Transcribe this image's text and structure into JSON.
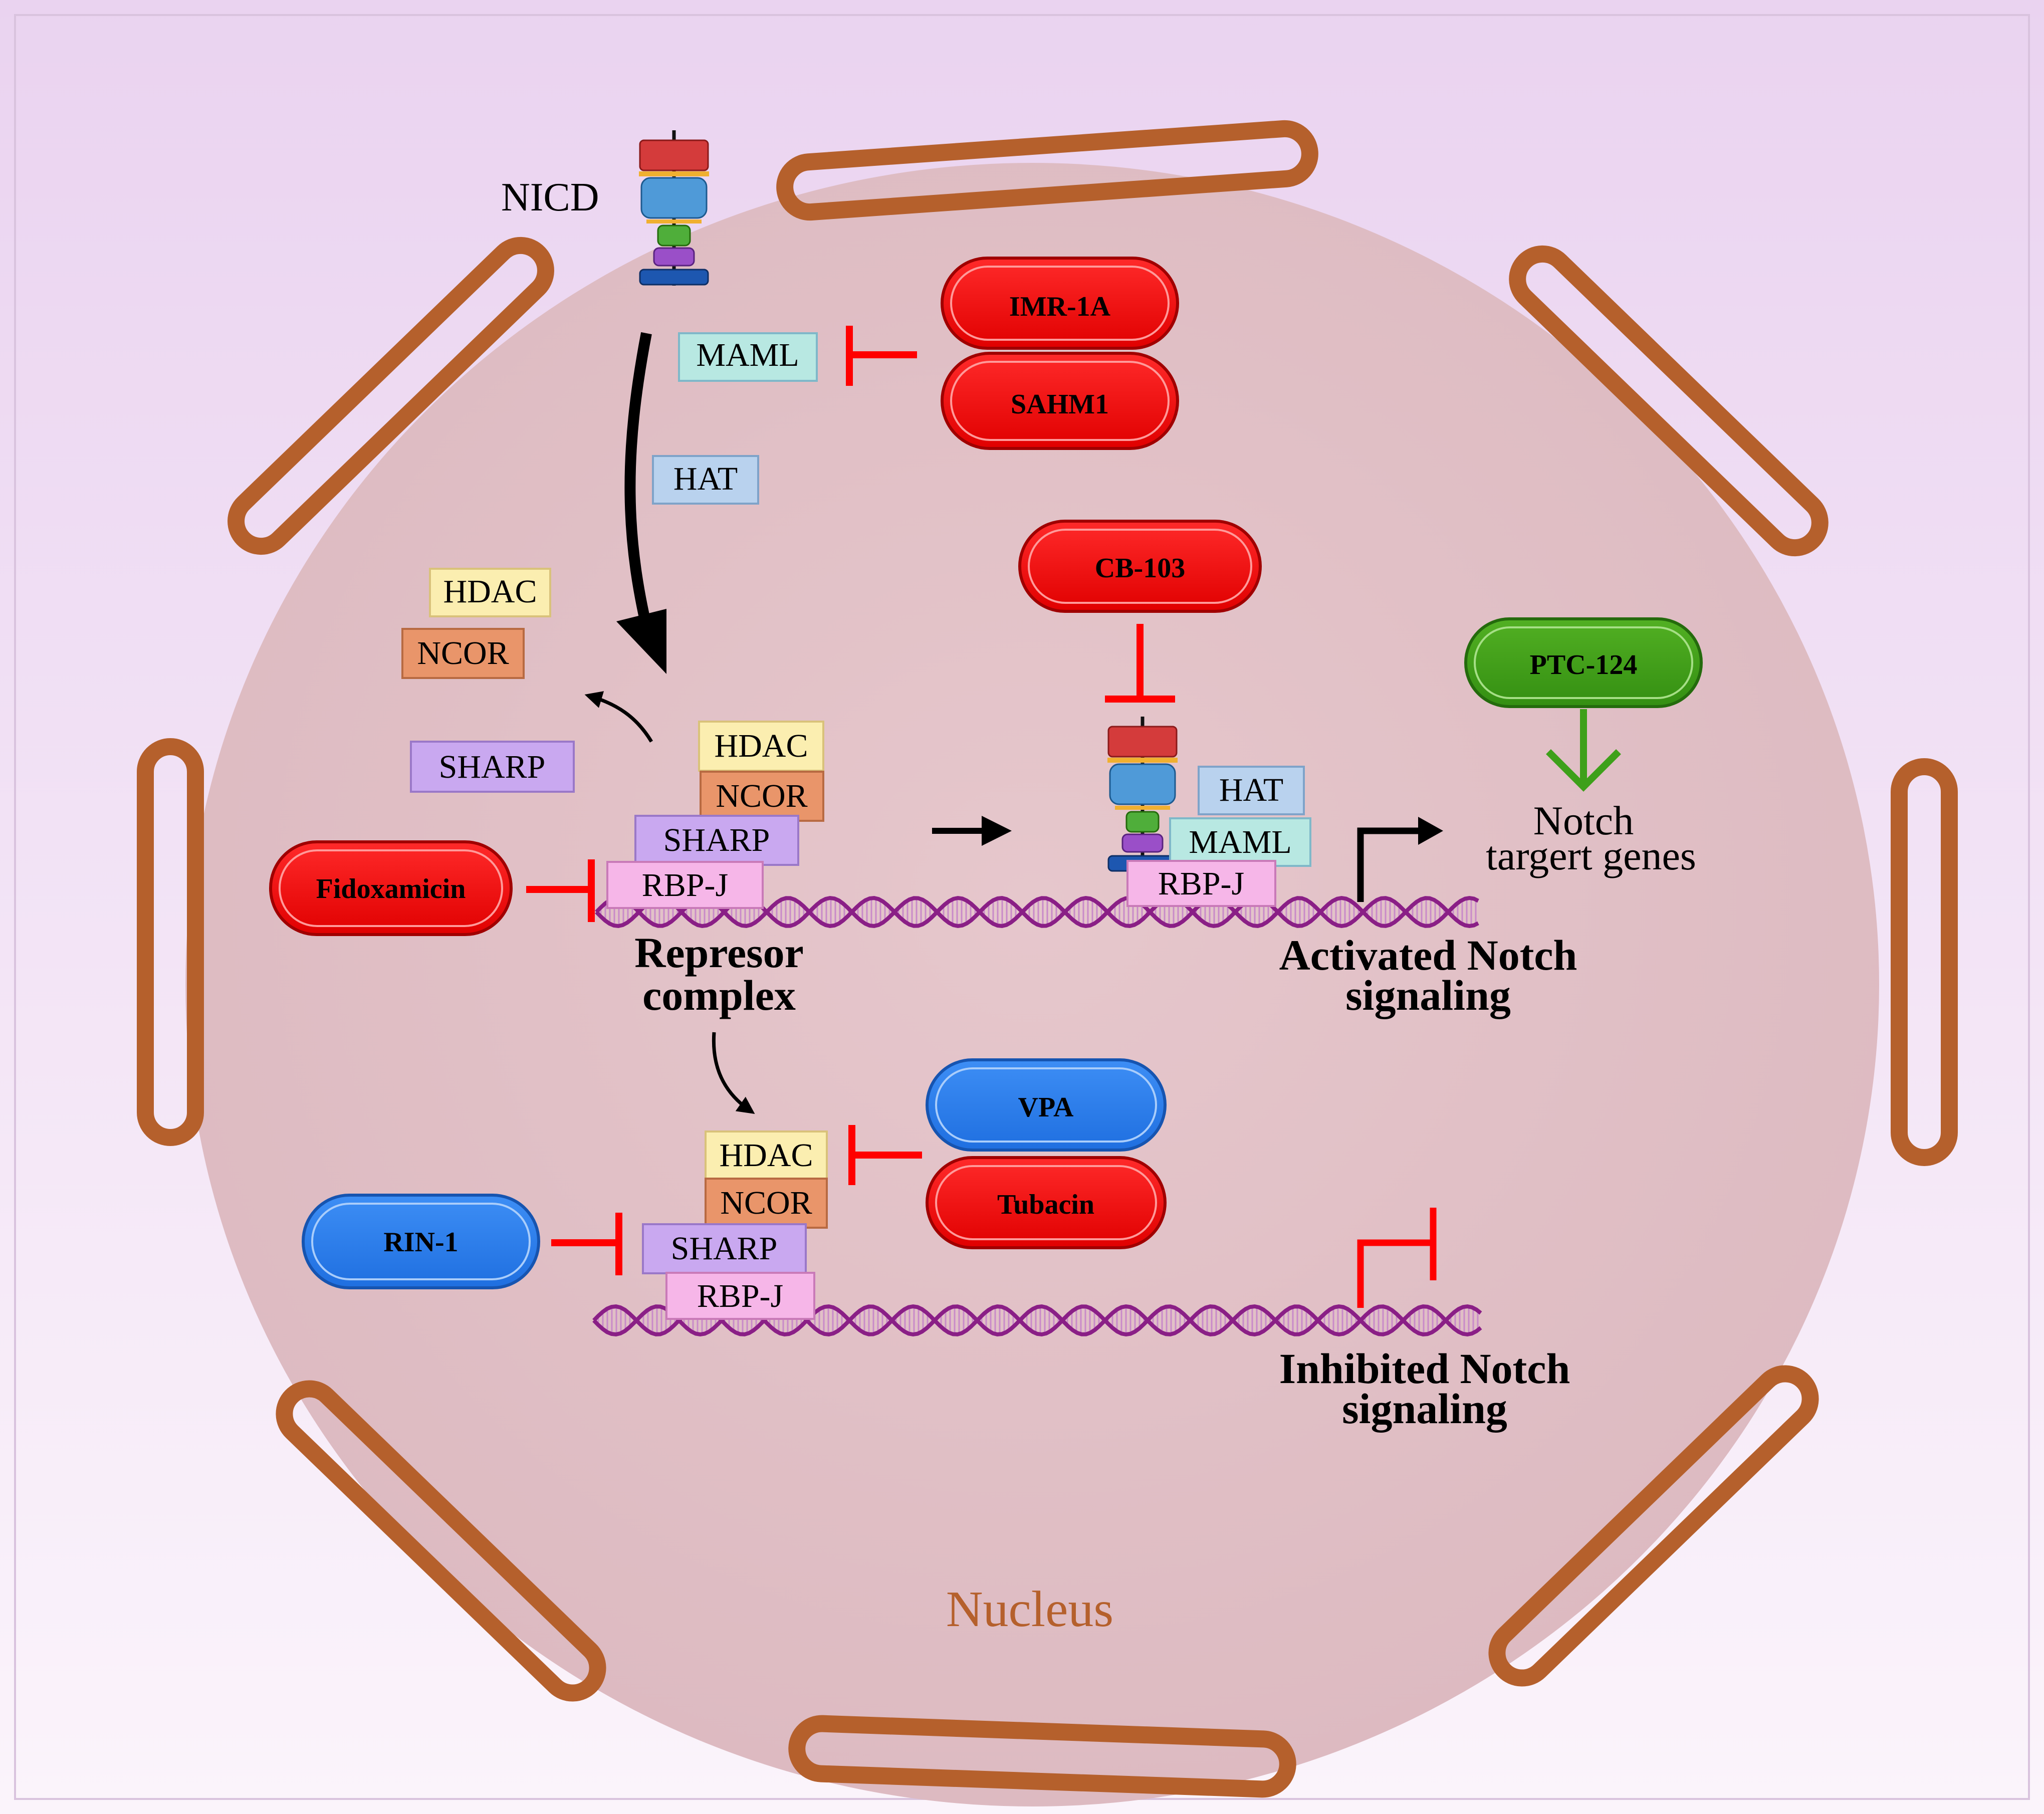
{
  "labels": {
    "nicd": "NICD",
    "nucleus": "Nucleus",
    "repressor_line1": "Represor",
    "repressor_line2": "complex",
    "activated_line1": "Activated Notch",
    "activated_line2": "signaling",
    "inhibited_line1": "Inhibited Notch",
    "inhibited_line2": "signaling",
    "target_line1": "Notch",
    "target_line2": "targert genes"
  },
  "proteins": {
    "maml_top": "MAML",
    "hat_top": "HAT",
    "hdac_free": "HDAC",
    "ncor_free": "NCOR",
    "sharp_free": "SHARP",
    "repressor": {
      "hdac": "HDAC",
      "ncor": "NCOR",
      "sharp": "SHARP",
      "rbpj": "RBP-J"
    },
    "activated": {
      "hat": "HAT",
      "maml": "MAML",
      "rbpj": "RBP-J"
    },
    "inhibited": {
      "hdac": "HDAC",
      "ncor": "NCOR",
      "sharp": "SHARP",
      "rbpj": "RBP-J"
    }
  },
  "drugs": {
    "imr1a": "IMR-1A",
    "sahm1": "SAHM1",
    "cb103": "CB-103",
    "ptc124": "PTC-124",
    "fidoxamicin": "Fidoxamicin",
    "vpa": "VPA",
    "tubacin": "Tubacin",
    "rin1": "RIN-1"
  },
  "colors": {
    "background_top": "#ead3f0",
    "background_bottom": "#fbf4fb",
    "nucleus_fill": "#e2c4c8",
    "envelope": "#b5602c",
    "inhibitor_red": "#ff0000",
    "activator_green": "#3ea01a",
    "blue_drug": "#2e7ff0",
    "dna": "#8a1f86",
    "maml": "#b8e8e2",
    "hat": "#b9d2ee",
    "hdac": "#fbeeb0",
    "ncor": "#e9956a",
    "sharp": "#c9a8f0",
    "rbpj": "#f6b6e8"
  }
}
